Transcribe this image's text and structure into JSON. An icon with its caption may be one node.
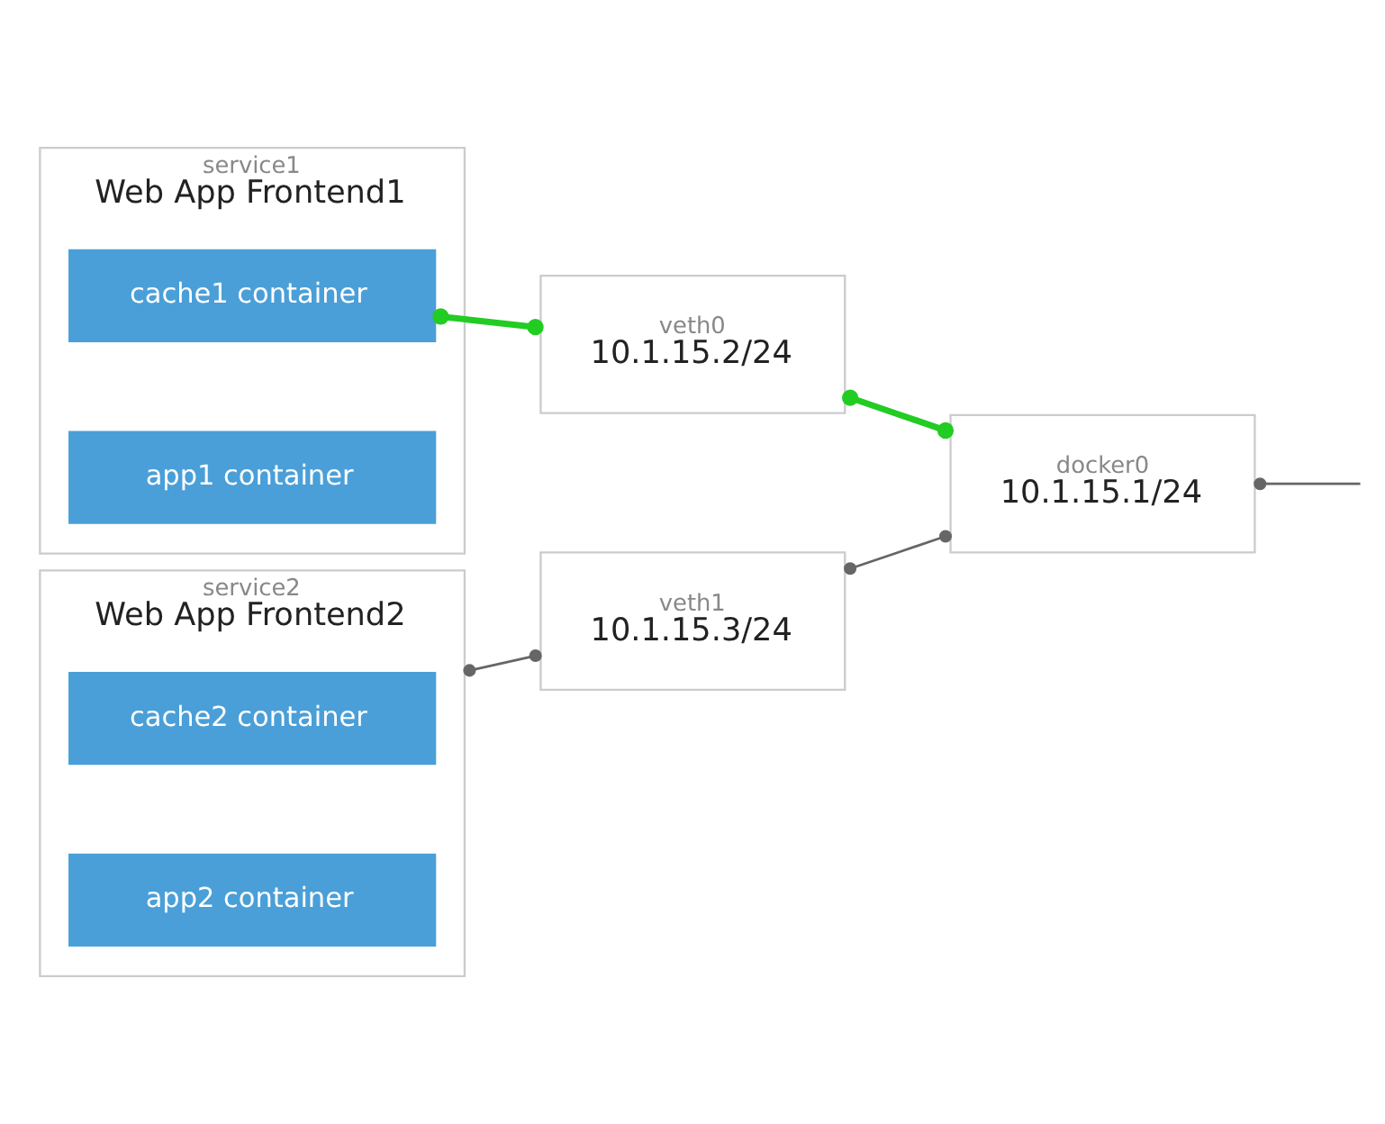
{
  "diagram": {
    "nodes": [
      {
        "text": [
          "service1",
          "Web App Frontend1"
        ]
      },
      {
        "text": [
          "cache1 container"
        ],
        "in": 0
      },
      {
        "text": [
          "app1 container"
        ],
        "in": 0
      },
      {
        "text": [
          "veth0",
          "10.1.15.2/24"
        ]
      },
      {
        "text": [
          "docker0",
          "10.1.15.1/24"
        ]
      },
      {
        "text": [
          "service2",
          "Web App Frontend2"
        ]
      },
      {
        "text": [
          "cache2 container"
        ],
        "in": 5
      },
      {
        "text": [
          "app2 container"
        ],
        "in": 5
      },
      {
        "text": [
          "veth1",
          "10.1.15.3/24"
        ]
      }
    ],
    "edges": [
      {
        "from": 1,
        "to": 3,
        "arrow": "other",
        "style": "thick",
        "color": "#22cc22"
      },
      {
        "from": 3,
        "to": 4,
        "arrow": "other",
        "style": "thick",
        "color": "#22cc22"
      },
      {
        "from": 5,
        "to": 8,
        "arrow": "other",
        "color": "#666666"
      },
      {
        "from": 8,
        "to": 4,
        "arrow": "other",
        "color": "#666666"
      },
      {
        "from": 4,
        "to": null,
        "arrow": "other",
        "color": "#666666"
      }
    ]
  }
}
